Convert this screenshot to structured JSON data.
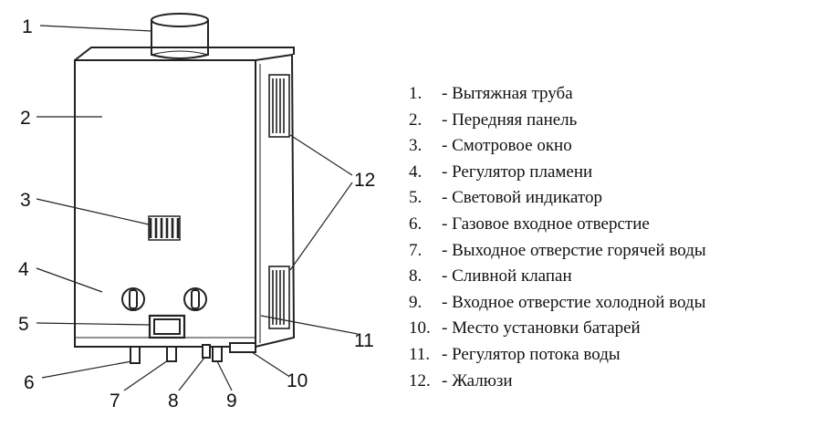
{
  "callouts": [
    "1",
    "2",
    "3",
    "4",
    "5",
    "6",
    "7",
    "8",
    "9",
    "10",
    "11",
    "12"
  ],
  "legend": [
    {
      "num": "1.",
      "text": "- Вытяжная труба"
    },
    {
      "num": "2.",
      "text": "- Передняя панель"
    },
    {
      "num": "3.",
      "text": "- Смотровое окно"
    },
    {
      "num": "4.",
      "text": "- Регулятор пламени"
    },
    {
      "num": "5.",
      "text": "- Световой индикатор"
    },
    {
      "num": "6.",
      "text": "-  Газовое входное отверстие"
    },
    {
      "num": "7.",
      "text": "-  Выходное отверстие горячей воды"
    },
    {
      "num": "8.",
      "text": "- Сливной клапан"
    },
    {
      "num": "9.",
      "text": "- Входное отверстие холодной воды"
    },
    {
      "num": "10.",
      "text": "- Место установки батарей"
    },
    {
      "num": "11.",
      "text": "- Регулятор потока воды"
    },
    {
      "num": "12.",
      "text": "- Жалюзи"
    }
  ]
}
